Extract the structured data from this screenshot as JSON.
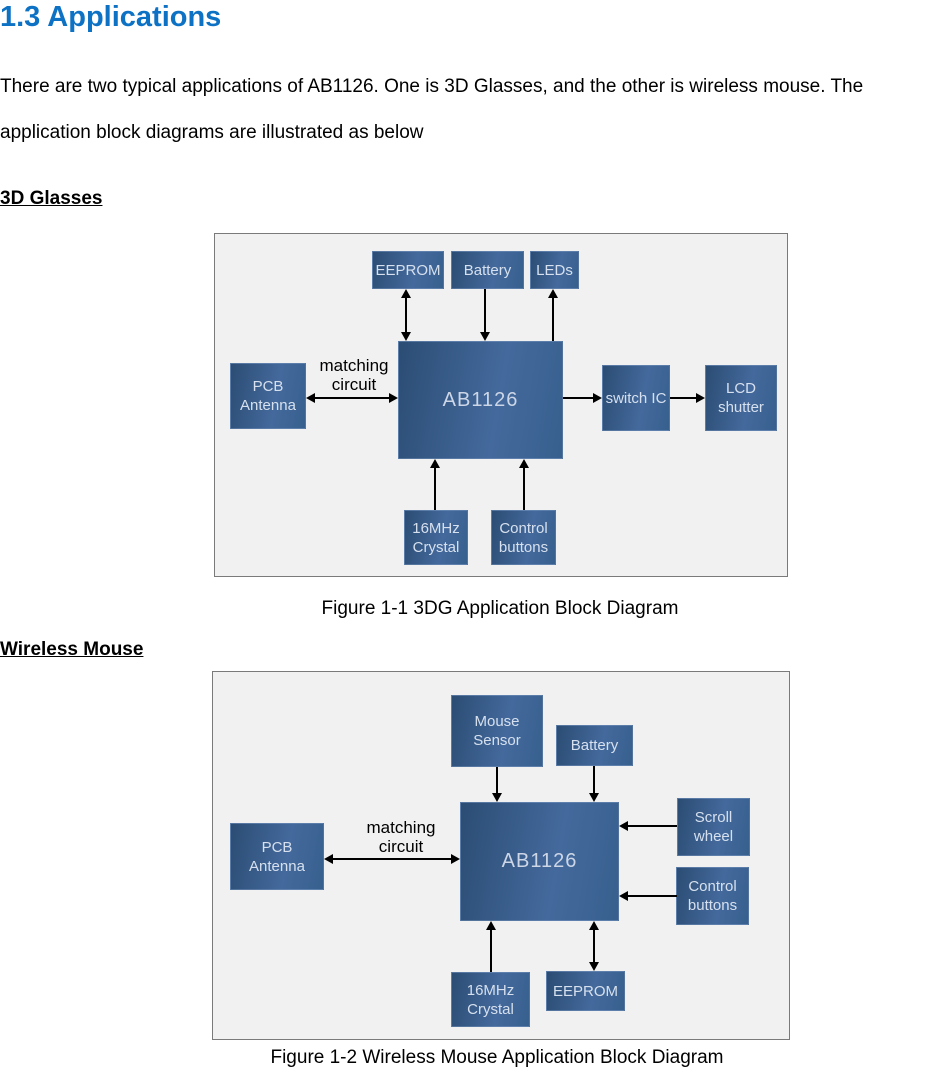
{
  "page": {
    "heading": "1.3 Applications",
    "paragraph": {
      "line1": "There are two typical applications of AB1126. One is 3D Glasses, and the other is wireless mouse. The",
      "line2": "application block diagrams are illustrated as below"
    },
    "section1_heading": "3D Glasses",
    "section2_heading": "Wireless Mouse",
    "figure1_caption": "Figure 1-1 3DG Application Block Diagram",
    "figure2_caption": "Figure 1-2 Wireless Mouse Application Block Diagram"
  },
  "colors": {
    "heading_blue": "#0d72c4",
    "diagram_bg": "#f1f1f1",
    "diagram_border": "#7a7a7a",
    "box_dark": "#2b4d74",
    "box_light": "#44699c",
    "box_mid": "#37608e",
    "box_text": "#d6e0ee",
    "line_color": "#000000"
  },
  "diagram1": {
    "blocks": {
      "eeprom": "EEPROM",
      "battery": "Battery",
      "leds": "LEDs",
      "ab1126": "AB1126",
      "pcb_antenna": "PCB Antenna",
      "matching_circuit": "matching circuit",
      "switch_ic": "switch IC",
      "lcd_shutter": "LCD shutter",
      "crystal": "16MHz Crystal",
      "control_buttons": "Control buttons"
    }
  },
  "diagram2": {
    "blocks": {
      "mouse_sensor": "Mouse Sensor",
      "battery": "Battery",
      "ab1126": "AB1126",
      "pcb_antenna": "PCB Antenna",
      "matching_circuit": "matching circuit",
      "scroll_wheel": "Scroll wheel",
      "control_buttons": "Control buttons",
      "crystal": "16MHz Crystal",
      "eeprom": "EEPROM"
    }
  }
}
